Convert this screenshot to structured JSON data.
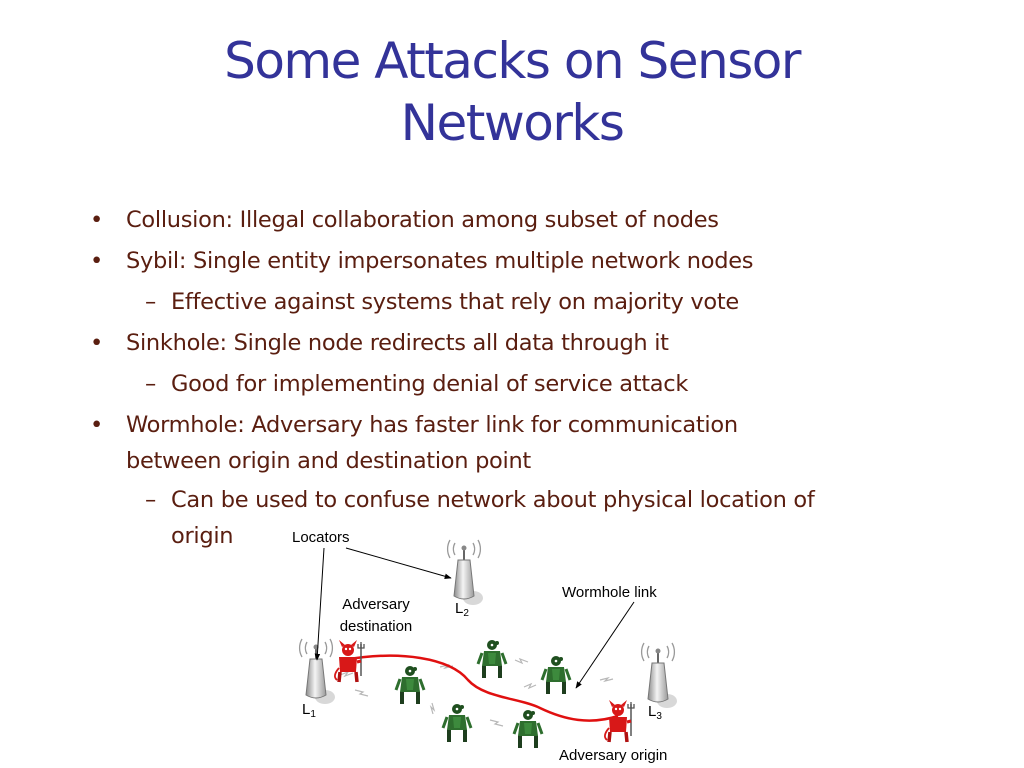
{
  "slide": {
    "title_line1": "Some Attacks on Sensor",
    "title_line2": "Networks",
    "bullet_marker": "•",
    "dash_marker": "–",
    "bullets": [
      "Collusion: Illegal collaboration among subset of nodes",
      "Sybil: Single entity impersonates multiple network nodes",
      "Effective against systems that rely on majority vote",
      "Sinkhole: Single node redirects all data through it",
      "Good for implementing denial of service attack",
      "Wormhole: Adversary has faster link for communication",
      "between origin and destination point",
      "Can be used to confuse network about physical location of",
      "origin"
    ]
  },
  "figure": {
    "locators_label": "Locators",
    "adversary_destination_line1": "Adversary",
    "adversary_destination_line2": "destination",
    "wormhole_label": "Wormhole link",
    "adversary_origin_label": "Adversary origin",
    "l1": "L",
    "l1_sub": "1",
    "l2": "L",
    "l2_sub": "2",
    "l3": "L",
    "l3_sub": "3"
  },
  "colors": {
    "title": "#333399",
    "body_text": "#5a1e10",
    "wormhole_link": "#e01010",
    "adversary": "#d81818",
    "sensor": "#2e6e2e"
  }
}
